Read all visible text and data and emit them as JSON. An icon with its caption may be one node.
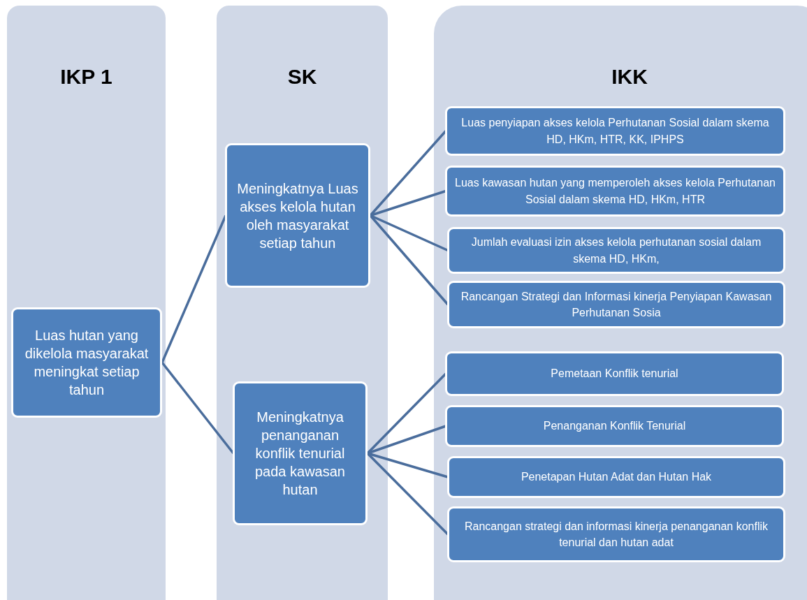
{
  "diagram": {
    "nodes": [
      {
        "text": [
          "IKP 1"
        ]
      },
      {
        "text": [
          "SK"
        ]
      },
      {
        "text": [
          "IKK"
        ]
      },
      {
        "text": [
          "Luas hutan yang dikelola masyarakat meningkat setiap tahun"
        ],
        "in": 0
      },
      {
        "text": [
          "Meningkatnya Luas akses kelola hutan oleh masyarakat setiap tahun"
        ],
        "in": 1
      },
      {
        "text": [
          "Meningkatnya penanganan konflik tenurial pada kawasan hutan"
        ],
        "in": 1
      },
      {
        "text": [
          "Luas penyiapan akses kelola Perhutanan Sosial dalam skema HD, HKm, HTR, KK, IPHPS"
        ],
        "in": 2
      },
      {
        "text": [
          "Luas kawasan hutan yang memperoleh akses kelola Perhutanan Sosial dalam skema HD, HKm, HTR"
        ],
        "in": 2
      },
      {
        "text": [
          "Jumlah evaluasi izin akses kelola perhutanan sosial dalam skema HD, HKm,"
        ],
        "in": 2
      },
      {
        "text": [
          "Rancangan Strategi dan Informasi kinerja Penyiapan Kawasan Perhutanan Sosia"
        ],
        "in": 2
      },
      {
        "text": [
          "Pemetaan Konflik tenurial"
        ],
        "in": 2
      },
      {
        "text": [
          "Penanganan Konflik Tenurial"
        ],
        "in": 2
      },
      {
        "text": [
          "Penetapan Hutan Adat dan Hutan Hak"
        ],
        "in": 2
      },
      {
        "text": [
          "Rancangan strategi dan informasi kinerja penanganan konflik tenurial dan hutan adat"
        ],
        "in": 2
      }
    ],
    "edges": [
      {
        "from": 3,
        "to": 4,
        "arrow": "none"
      },
      {
        "from": 3,
        "to": 5,
        "arrow": "none"
      },
      {
        "from": 4,
        "to": 6,
        "arrow": "none"
      },
      {
        "from": 4,
        "to": 7,
        "arrow": "none"
      },
      {
        "from": 4,
        "to": 8,
        "arrow": "none"
      },
      {
        "from": 4,
        "to": 9,
        "arrow": "none"
      },
      {
        "from": 5,
        "to": 10,
        "arrow": "none"
      },
      {
        "from": 5,
        "to": 11,
        "arrow": "none"
      },
      {
        "from": 5,
        "to": 12,
        "arrow": "none"
      },
      {
        "from": 5,
        "to": 13,
        "arrow": "none"
      }
    ]
  }
}
